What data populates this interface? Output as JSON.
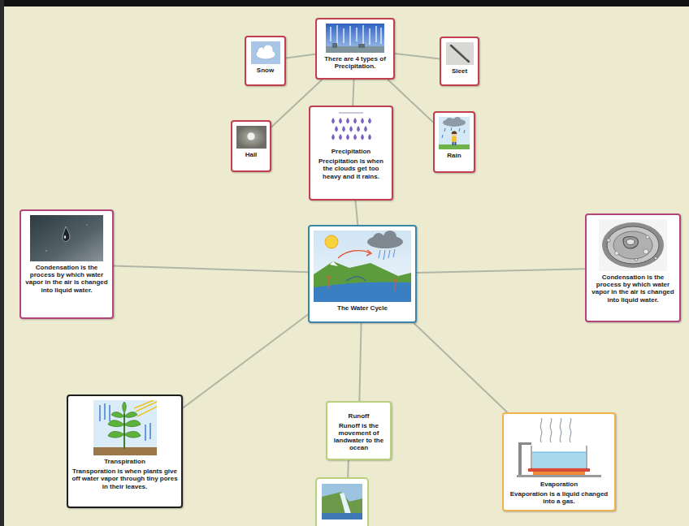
{
  "diagram": {
    "nodes": [
      {
        "text": [
          "There are 4 types of Precipitation."
        ]
      },
      {
        "text": [
          "Snow"
        ]
      },
      {
        "text": [
          "Sleet"
        ]
      },
      {
        "text": [
          "Hail"
        ]
      },
      {
        "text": [
          "Precipitation",
          "Precipitation is when the clouds get too heavy and it rains."
        ]
      },
      {
        "text": [
          "Rain"
        ]
      },
      {
        "text": [
          "Condensation is the process by which water vapor in the air is changed into liquid water."
        ]
      },
      {
        "text": [
          "The Water Cycle"
        ]
      },
      {
        "text": [
          "Condensation is the process by which water vapor in the air is changed into liquid water."
        ]
      },
      {
        "text": [
          "Transpiration",
          "Transporation is when plants give off water vapor through tiny pores in their leaves."
        ]
      },
      {
        "text": [
          "Runoff",
          "Runoff is the movement of landwater to the ocean"
        ]
      },
      {
        "text": [
          "Evaporation",
          "Evaporation is a liquid changed into a gas."
        ]
      }
    ],
    "edges": [
      {
        "from": 0,
        "to": 1,
        "arrow": "none"
      },
      {
        "from": 0,
        "to": 2,
        "arrow": "none"
      },
      {
        "from": 0,
        "to": 3,
        "arrow": "none"
      },
      {
        "from": 0,
        "to": 5,
        "arrow": "none"
      },
      {
        "from": 0,
        "to": 4,
        "arrow": "none"
      },
      {
        "from": 4,
        "to": 7,
        "arrow": "none"
      },
      {
        "from": 7,
        "to": 6,
        "arrow": "none"
      },
      {
        "from": 7,
        "to": 8,
        "arrow": "none"
      },
      {
        "from": 7,
        "to": 9,
        "arrow": "none"
      },
      {
        "from": 7,
        "to": 10,
        "arrow": "none"
      },
      {
        "from": 7,
        "to": 11,
        "arrow": "none"
      }
    ]
  }
}
